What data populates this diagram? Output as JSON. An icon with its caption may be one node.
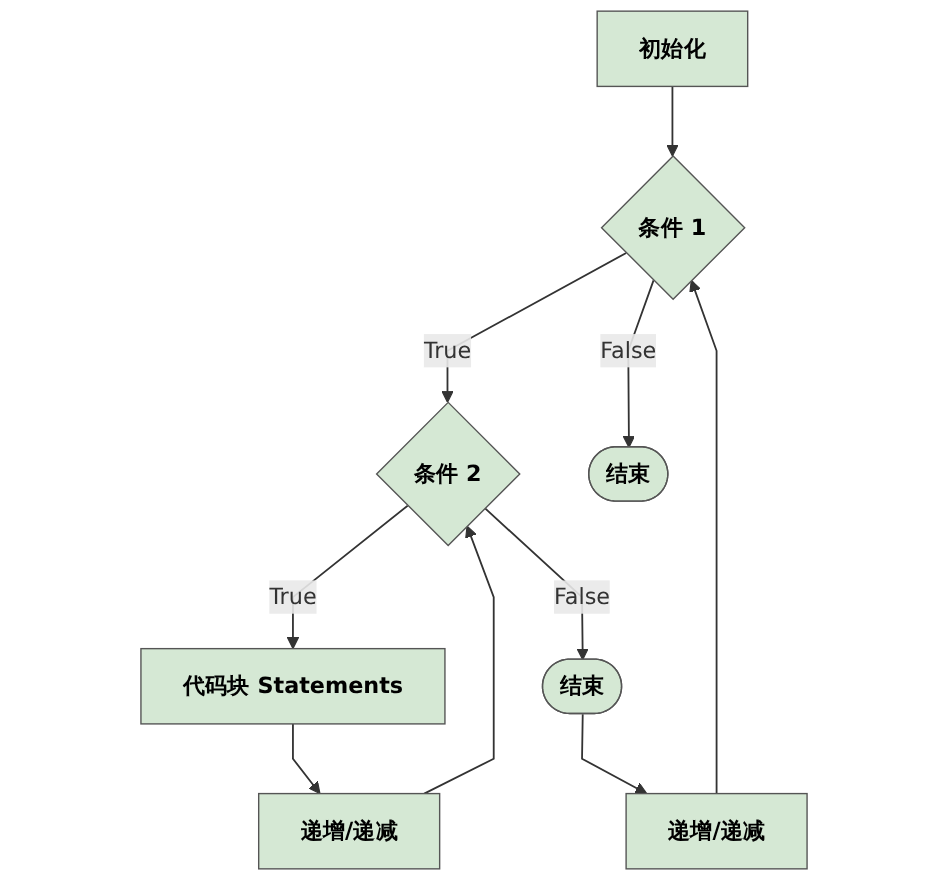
{
  "diagram": {
    "nodes": [
      {
        "text": [
          "初始化"
        ]
      },
      {
        "text": [
          "条件 1"
        ]
      },
      {
        "text": [
          "递增/递减"
        ]
      },
      {
        "text": [
          "条件 2"
        ]
      },
      {
        "text": [
          "递增/递减"
        ]
      },
      {
        "text": [
          "代码块 Statements"
        ]
      },
      {
        "text": [
          "结束"
        ]
      },
      {
        "text": [
          "结束"
        ]
      }
    ],
    "edges": [
      {
        "from": 0,
        "to": 1,
        "arrow": "to"
      },
      {
        "from": 1,
        "to": 3,
        "arrow": "to",
        "label": "True"
      },
      {
        "from": 1,
        "to": 7,
        "arrow": "to",
        "label": "False"
      },
      {
        "from": 3,
        "to": 5,
        "arrow": "to",
        "label": "True"
      },
      {
        "from": 3,
        "to": 6,
        "arrow": "to",
        "label": "False"
      },
      {
        "from": 5,
        "to": 4,
        "arrow": "to"
      },
      {
        "from": 4,
        "to": 3,
        "arrow": "to"
      },
      {
        "from": 6,
        "to": 2,
        "arrow": "to"
      },
      {
        "from": 2,
        "to": 1,
        "arrow": "to"
      }
    ]
  }
}
